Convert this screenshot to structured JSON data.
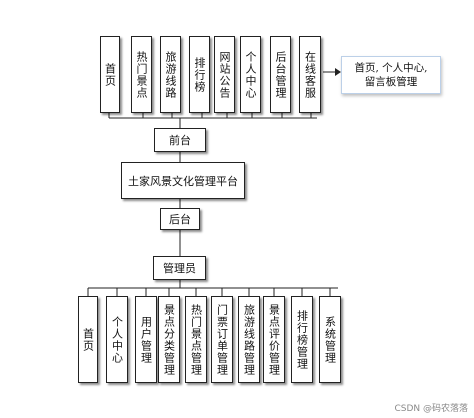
{
  "front_modules": [
    "首页",
    "热门景点",
    "旅游线路",
    "排行榜",
    "网站公告",
    "个人中心",
    "后台管理",
    "在线客服"
  ],
  "callout_text": "首页, 个人中心, 留言板管理",
  "front_label": "前台",
  "platform_label": "土家风景文化管理平台",
  "back_label": "后台",
  "admin_label": "管理员",
  "admin_modules": [
    "首页",
    "个人中心",
    "用户管理",
    "景点分类管理",
    "热门景点管理",
    "门票订单管理",
    "旅游线路管理",
    "景点评价管理",
    "排行榜管理",
    "系统管理"
  ],
  "watermark": "CSDN @码农落落"
}
